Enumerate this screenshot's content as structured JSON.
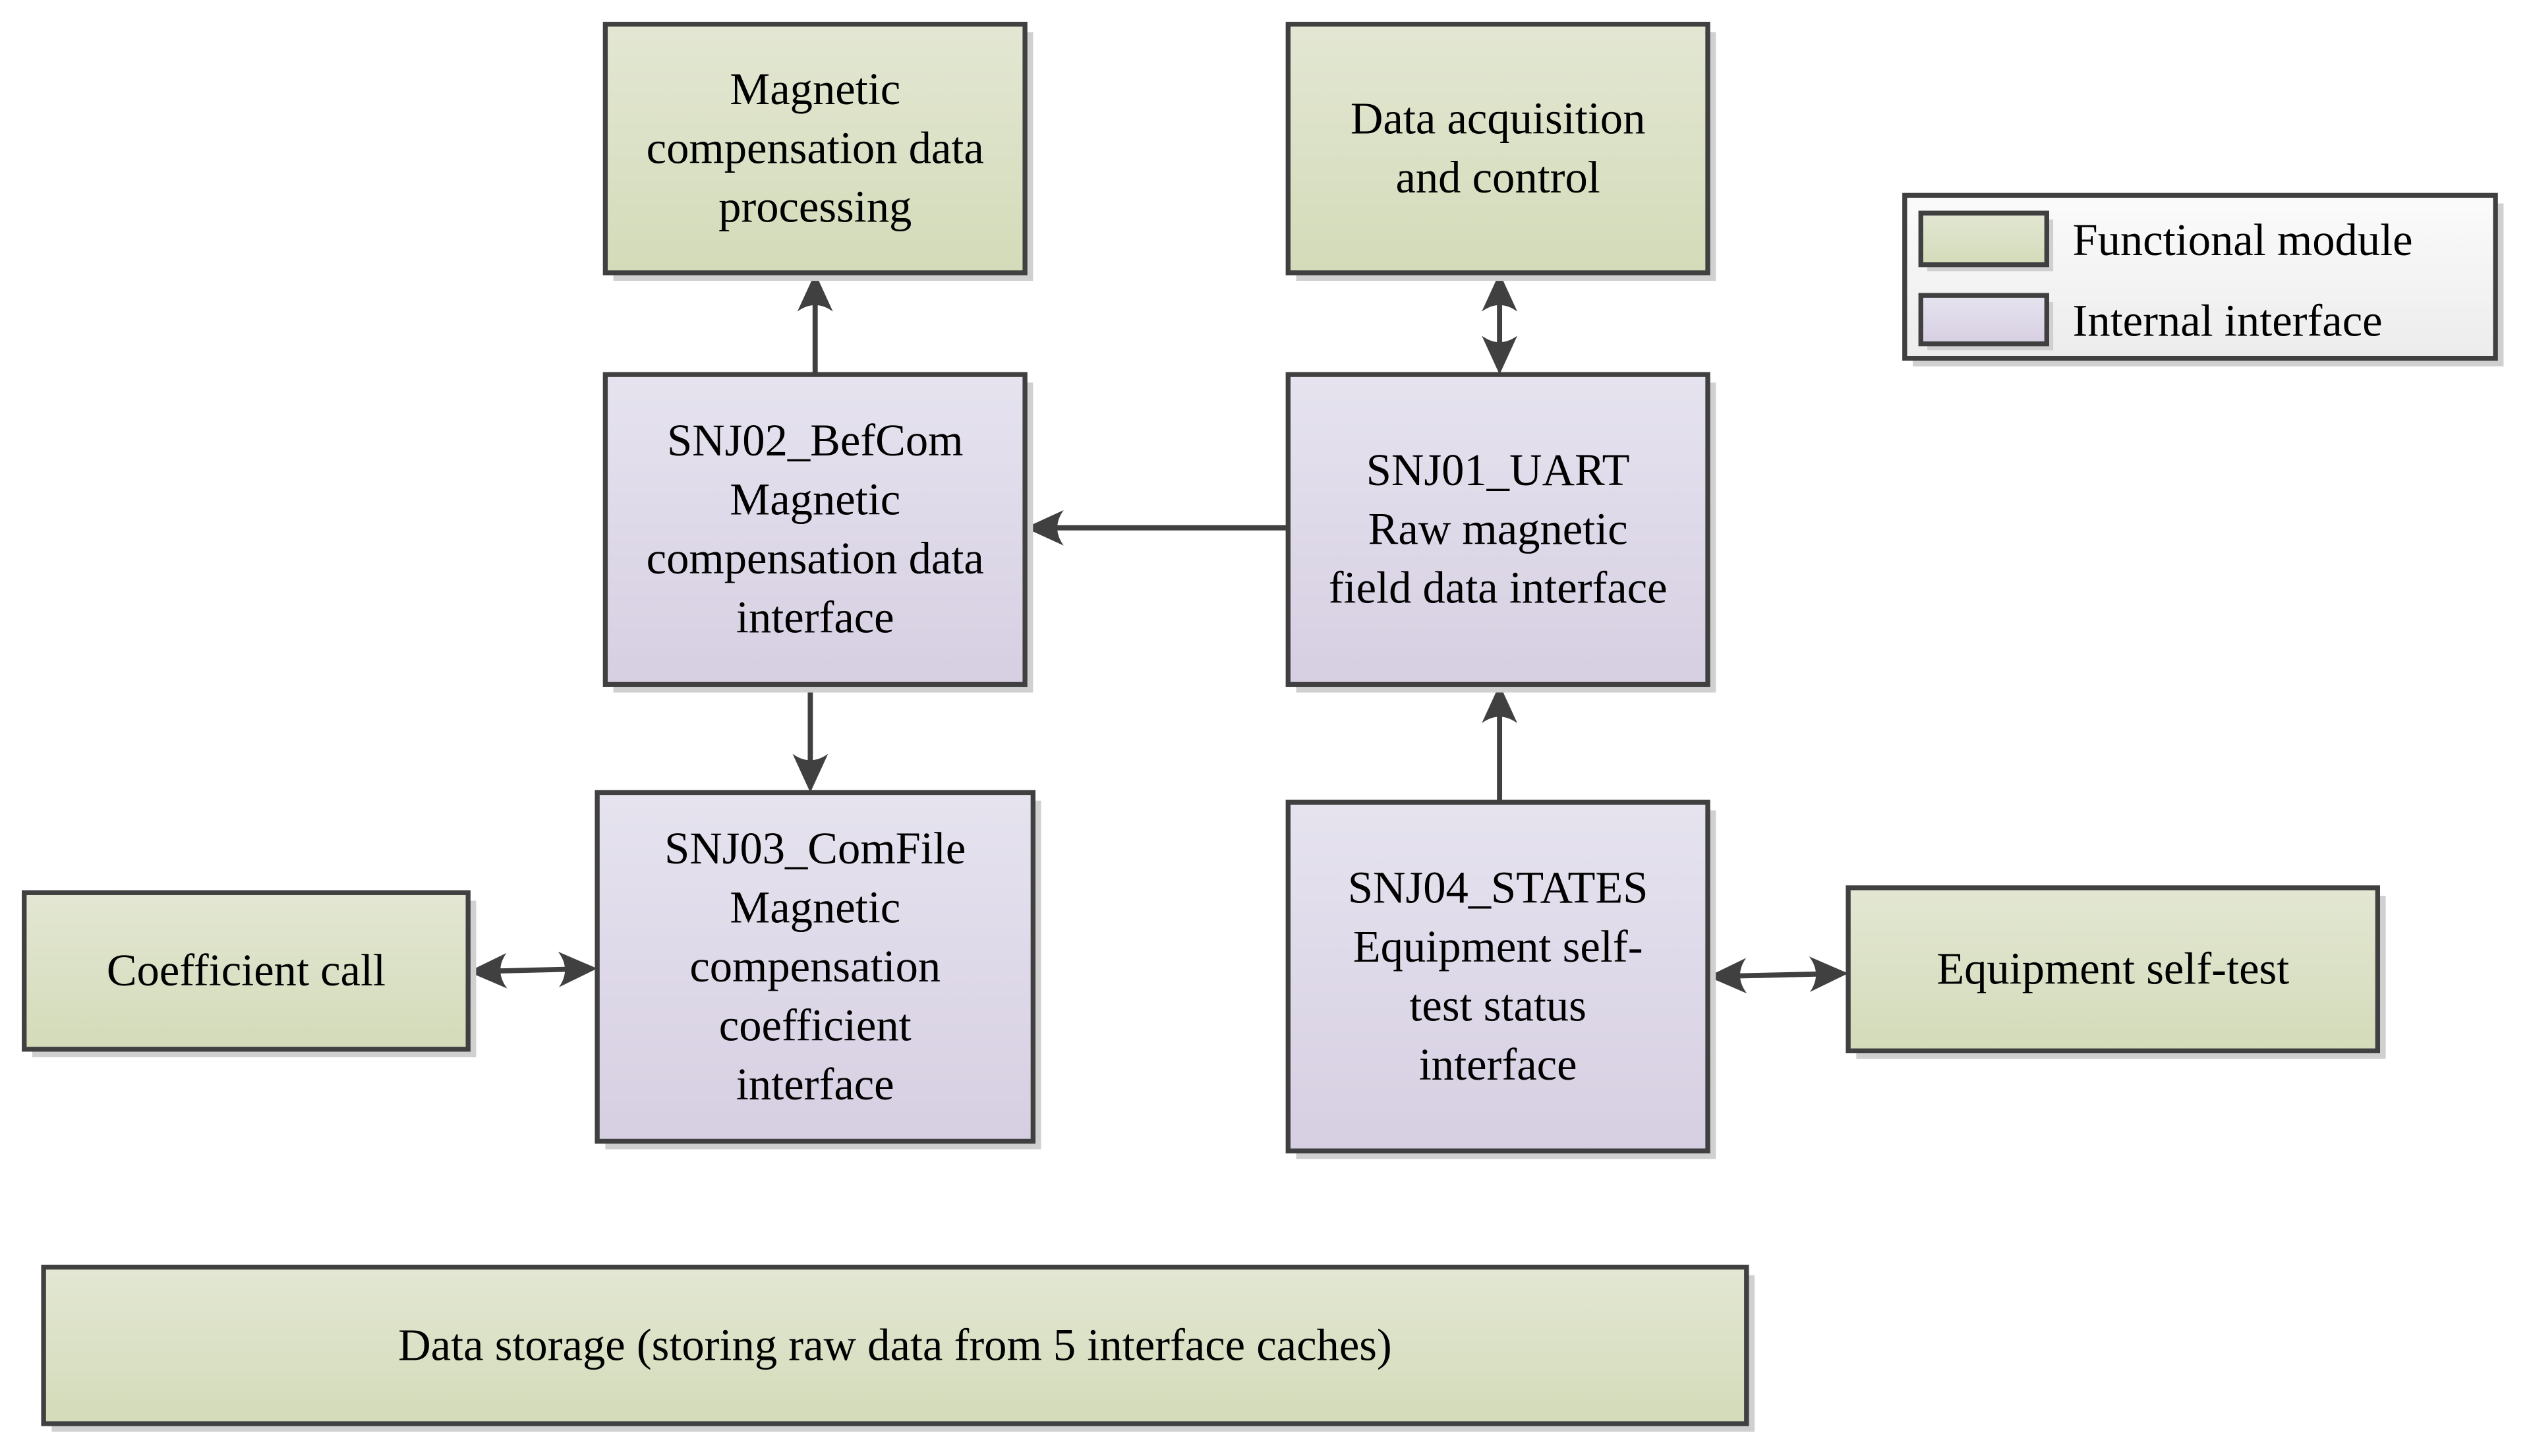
{
  "diagram": {
    "colors": {
      "functional_module": "#d9dfc2",
      "internal_interface": "#dcd6e6",
      "border": "#404040",
      "arrow": "#404040",
      "legend_bg": "#f4f4f4"
    },
    "nodes": [
      {
        "id": "mag_comp_processing",
        "kind": "functional_module",
        "lines": [
          "Magnetic",
          "compensation data",
          "processing"
        ]
      },
      {
        "id": "data_acquisition",
        "kind": "functional_module",
        "lines": [
          "Data acquisition",
          "and control"
        ]
      },
      {
        "id": "snj02",
        "kind": "internal_interface",
        "lines": [
          "SNJ02_BefCom",
          "Magnetic",
          "compensation data",
          "interface"
        ]
      },
      {
        "id": "snj01",
        "kind": "internal_interface",
        "lines": [
          "SNJ01_UART",
          "Raw magnetic",
          "field data interface"
        ]
      },
      {
        "id": "snj03",
        "kind": "internal_interface",
        "lines": [
          "SNJ03_ComFile",
          "Magnetic",
          "compensation",
          "coefficient",
          "interface"
        ]
      },
      {
        "id": "snj04",
        "kind": "internal_interface",
        "lines": [
          "SNJ04_STATES",
          "Equipment self-",
          "test status",
          "interface"
        ]
      },
      {
        "id": "coefficient_call",
        "kind": "functional_module",
        "lines": [
          "Coefficient call"
        ]
      },
      {
        "id": "equipment_self_test",
        "kind": "functional_module",
        "lines": [
          "Equipment self-test"
        ]
      },
      {
        "id": "data_storage",
        "kind": "functional_module",
        "lines": [
          "Data storage (storing raw data from 5 interface caches)"
        ]
      }
    ],
    "edges": [
      {
        "from": "snj02",
        "to": "mag_comp_processing",
        "direction": "both"
      },
      {
        "from": "snj01",
        "to": "data_acquisition",
        "direction": "both"
      },
      {
        "from": "snj01",
        "to": "snj02",
        "direction": "forward"
      },
      {
        "from": "snj02",
        "to": "snj03",
        "direction": "forward"
      },
      {
        "from": "snj04",
        "to": "snj01",
        "direction": "forward"
      },
      {
        "from": "coefficient_call",
        "to": "snj03",
        "direction": "both"
      },
      {
        "from": "snj04",
        "to": "equipment_self_test",
        "direction": "both"
      }
    ],
    "legend": {
      "items": [
        {
          "kind": "functional_module",
          "label": "Functional module"
        },
        {
          "kind": "internal_interface",
          "label": "Internal interface"
        }
      ]
    }
  }
}
